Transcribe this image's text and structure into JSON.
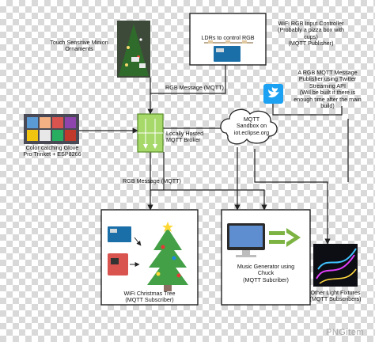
{
  "colors": {
    "line": "#222222",
    "broker_fill": "#a6d96a",
    "broker_stroke": "#5a8f2a",
    "twitter_blue": "#1da1f2",
    "watermark": "#a8a8a8"
  },
  "nodes": {
    "minion_ornaments": "Touch Sensitive Minion\nOrnaments",
    "ldr_box_label": "LDRs to control RGB",
    "rgb_input_controller": "WiFi RGB Input Controller\n(Probably a pizza box with\ncups)\n(MQTT Publisher)",
    "twitter_publisher": "A RGB MQTT Message\nPublisher using Twitter\nStreaming API\n(Will be built if there is\nenough time after the main\nbuild)",
    "mqtt_sandbox": "MQTT\nSandbox on\niot.eclipse.org",
    "local_broker": "Locally Hosted\nMQTT Broker",
    "color_glove": "Color catching Glove\nPro Trinket + ESP8266",
    "wifi_tree": "WiFi Christmas Tree\n(MQTT Subscriber)",
    "music_generator": "Music Generator using\nChuck\n(MQTT Subcriber)",
    "light_fixtures": "Other Light Fixtures\n(MQTT Subscribers)"
  },
  "edges": {
    "rgb_message_top": "RGB Message (MQTT)",
    "rgb_message_bottom": "RGB Message (MQTT)"
  },
  "icons": [
    "christmas-tree-photo",
    "arduino-board",
    "twitter-bird",
    "cloud",
    "glove-photo",
    "christmas-tree-icon",
    "monitor-icon",
    "arrow-equals-icon",
    "led-lights-photo"
  ],
  "watermark": "PNGitem"
}
